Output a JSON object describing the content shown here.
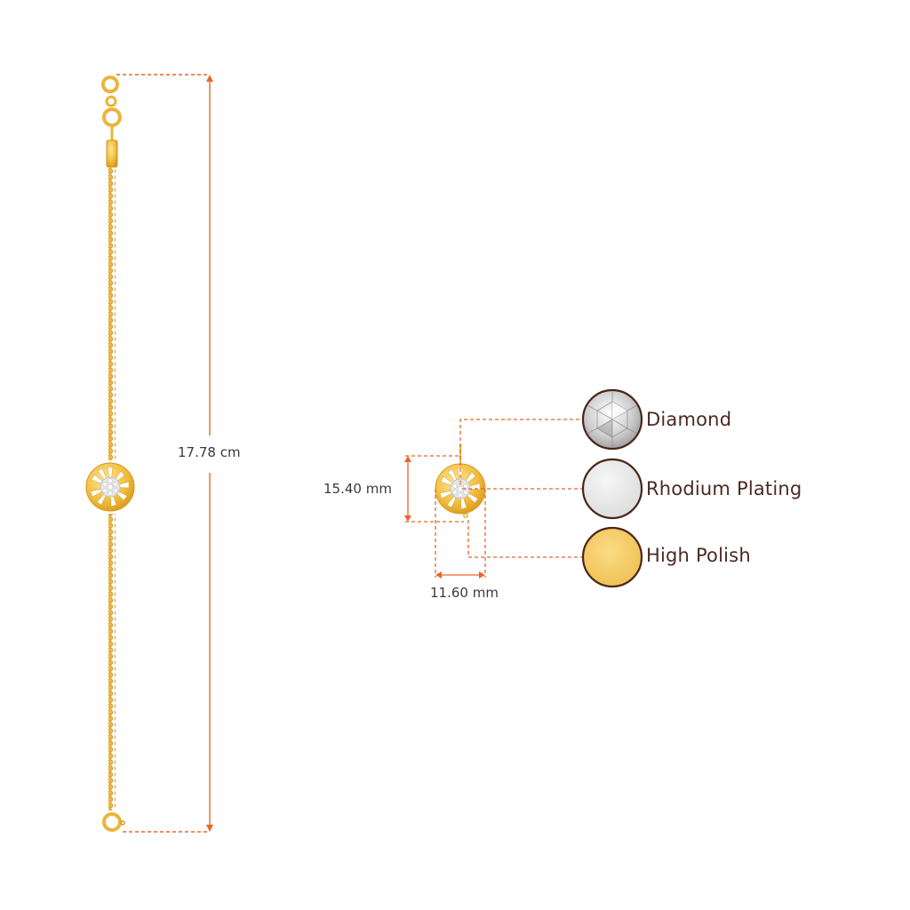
{
  "dimensions": {
    "length": "17.78 cm",
    "pendant_height": "15.40 mm",
    "pendant_width": "11.60 mm"
  },
  "materials": [
    {
      "name": "Diamond",
      "swatch_color": "#cfcfcf",
      "icon": "diamond-swatch-icon"
    },
    {
      "name": "Rhodium Plating",
      "swatch_color": "#e6e6e6",
      "icon": "rhodium-swatch-icon"
    },
    {
      "name": "High Polish",
      "swatch_color": "#f3ca5e",
      "icon": "gold-swatch-icon"
    }
  ],
  "colors": {
    "gold": "#f2c045",
    "gold_dark": "#d99a1a",
    "dimension_line": "#e8662b",
    "swatch_border": "#4a2618",
    "label_text": "#4a2a22"
  }
}
